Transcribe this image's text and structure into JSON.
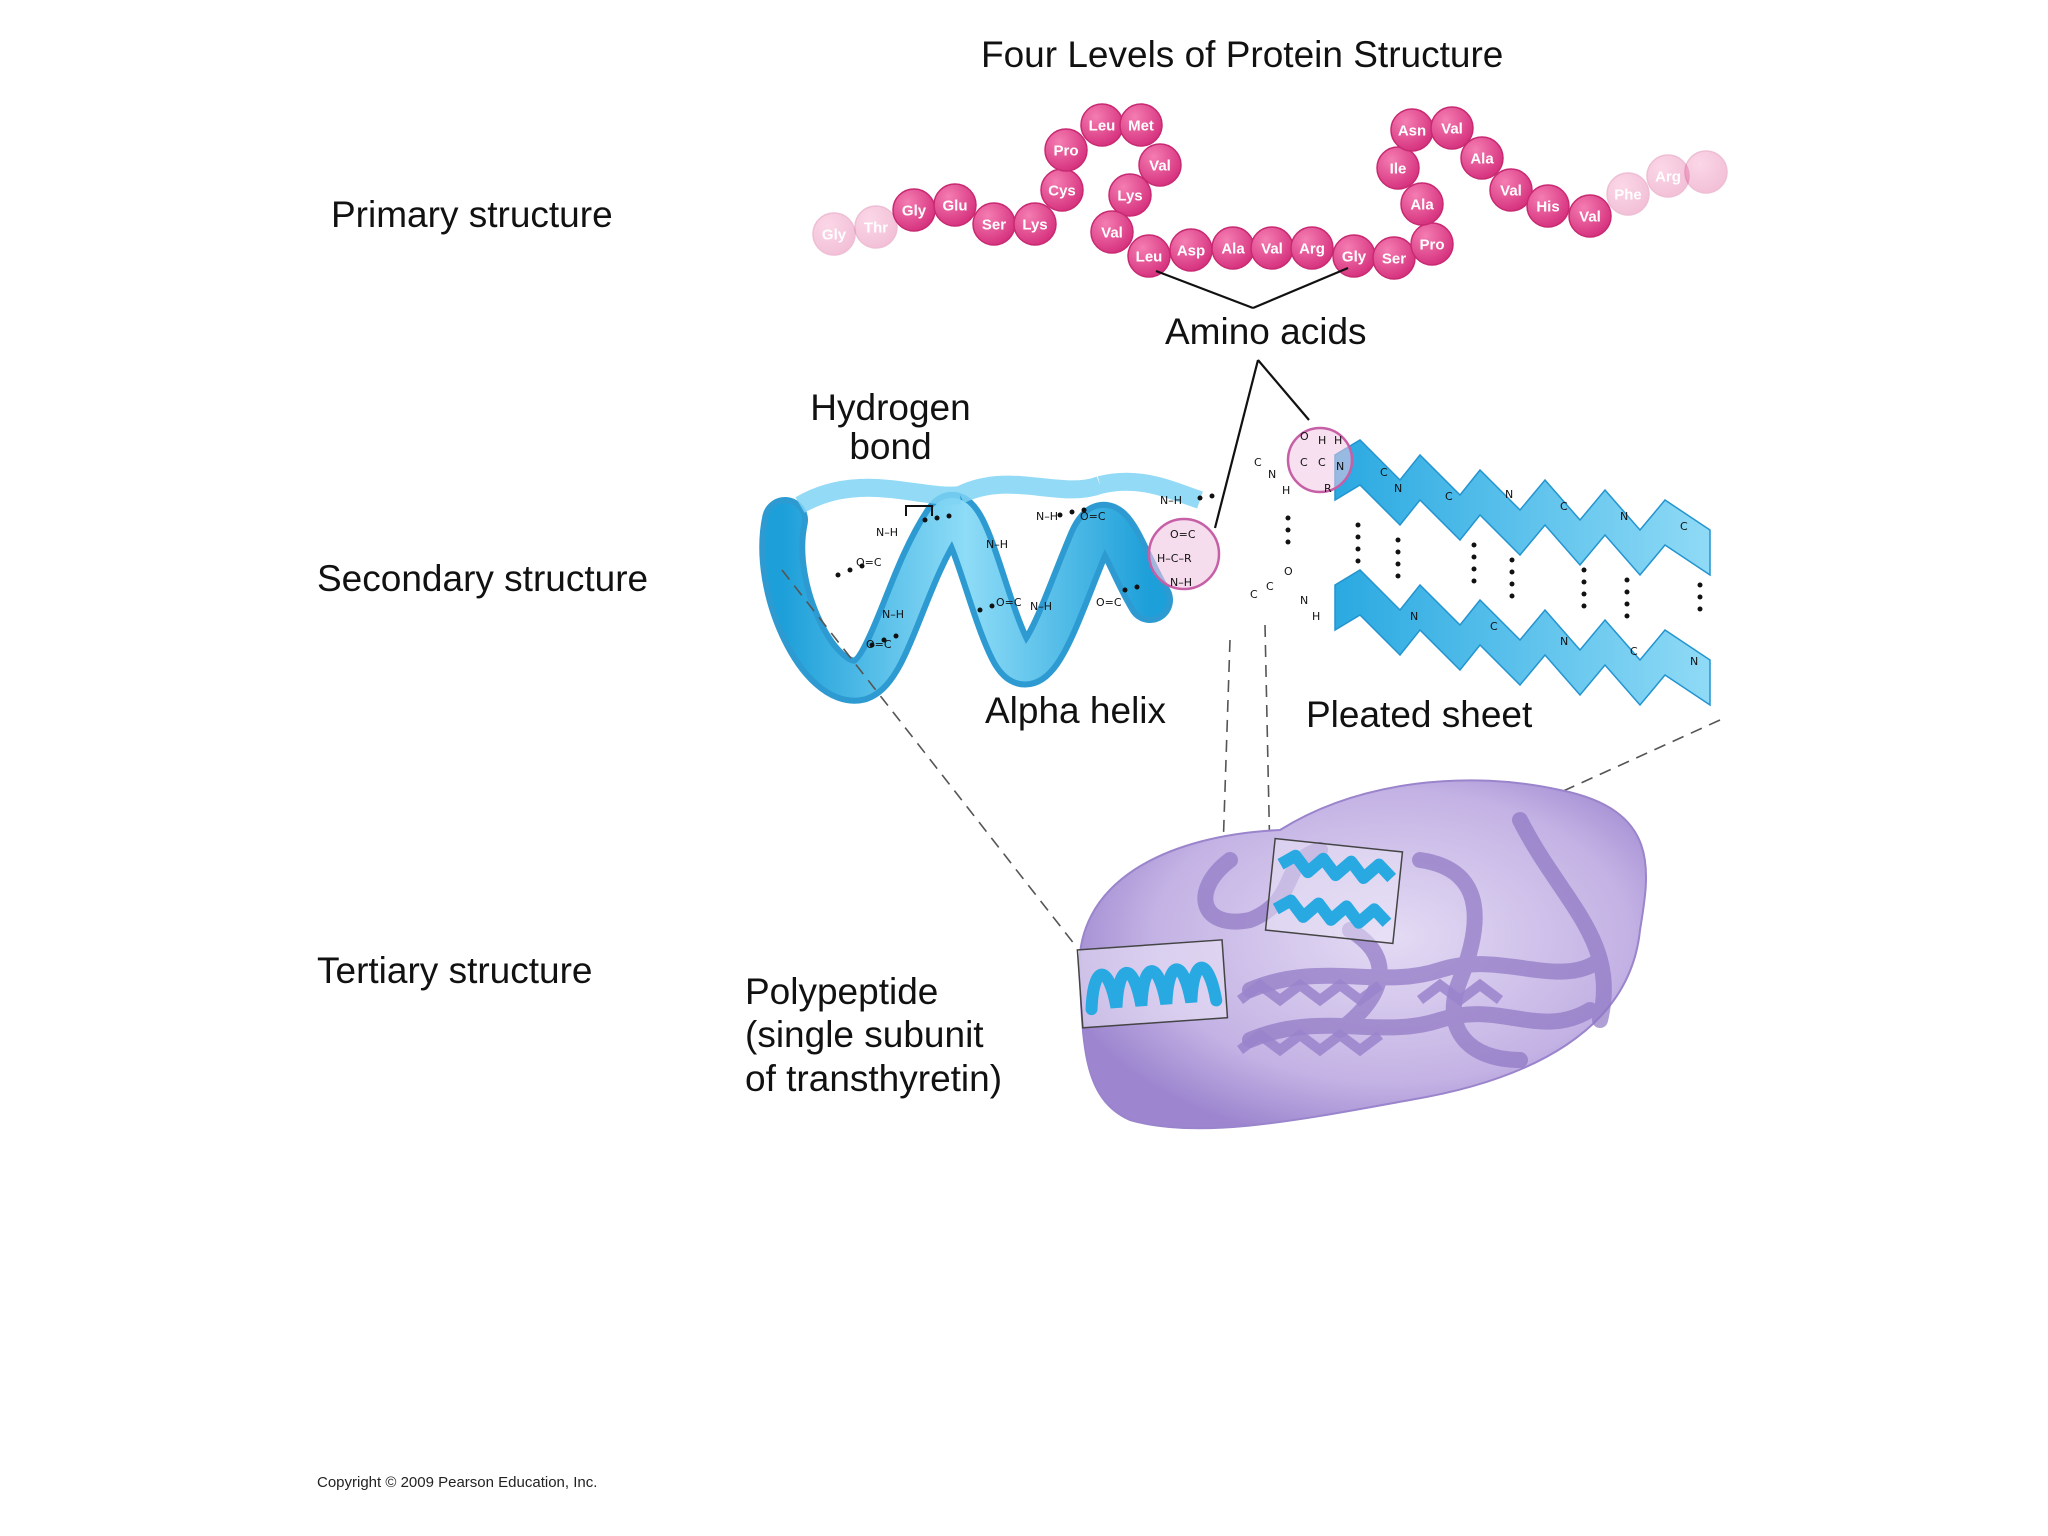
{
  "title": "Four Levels of Protein Structure",
  "levels": {
    "primary": "Primary structure",
    "secondary": "Secondary structure",
    "tertiary": "Tertiary structure"
  },
  "callouts": {
    "amino_acids": "Amino acids",
    "hydrogen_bond": "Hydrogen\nbond",
    "alpha_helix": "Alpha helix",
    "pleated_sheet": "Pleated sheet",
    "polypeptide": "Polypeptide\n(single subunit\nof transthyretin)"
  },
  "residues": [
    {
      "name": "Gly",
      "faded": true
    },
    {
      "name": "Thr",
      "faded": true
    },
    {
      "name": "Gly",
      "faded": false
    },
    {
      "name": "Glu",
      "faded": false
    },
    {
      "name": "Ser",
      "faded": false
    },
    {
      "name": "Lys",
      "faded": false
    },
    {
      "name": "Cys",
      "faded": false
    },
    {
      "name": "Pro",
      "faded": false
    },
    {
      "name": "Leu",
      "faded": false
    },
    {
      "name": "Met",
      "faded": false
    },
    {
      "name": "Val",
      "faded": false
    },
    {
      "name": "Lys",
      "faded": false
    },
    {
      "name": "Val",
      "faded": false
    },
    {
      "name": "Leu",
      "faded": false
    },
    {
      "name": "Asp",
      "faded": false
    },
    {
      "name": "Ala",
      "faded": false
    },
    {
      "name": "Val",
      "faded": false
    },
    {
      "name": "Arg",
      "faded": false
    },
    {
      "name": "Gly",
      "faded": false
    },
    {
      "name": "Ser",
      "faded": false
    },
    {
      "name": "Pro",
      "faded": false
    },
    {
      "name": "Ala",
      "faded": false
    },
    {
      "name": "Ile",
      "faded": false
    },
    {
      "name": "Asn",
      "faded": false
    },
    {
      "name": "Val",
      "faded": false
    },
    {
      "name": "Ala",
      "faded": false
    },
    {
      "name": "Val",
      "faded": false
    },
    {
      "name": "His",
      "faded": false
    },
    {
      "name": "Val",
      "faded": false
    },
    {
      "name": "Phe",
      "faded": true
    },
    {
      "name": "Arg",
      "faded": true
    },
    {
      "name": "",
      "faded": true
    }
  ],
  "chem_labels": {
    "oc": "O=C",
    "nh": "N–H",
    "hcr": "H–C–R",
    "n": "N",
    "c": "C",
    "h": "H",
    "o": "O",
    "r": "R"
  },
  "copyright": "Copyright © 2009 Pearson Education, Inc.",
  "colors": {
    "residue": "#e8458f",
    "residue_edge": "#c82a72",
    "helix": "#3bb4e6",
    "sheet": "#5cc6ee",
    "tertiary": "#b9a6dd",
    "highlight_circle": "#c65fa6"
  }
}
